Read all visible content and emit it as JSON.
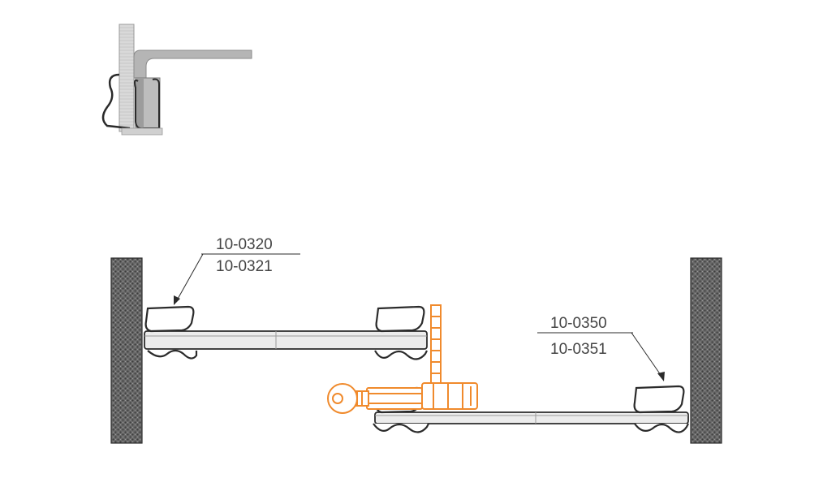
{
  "callouts": {
    "left_glass_seals": {
      "line1": "10-0320",
      "line2": "10-0321"
    },
    "right_glass_seals": {
      "line1": "10-0350",
      "line2": "10-0351"
    }
  },
  "colors": {
    "outline": "#2b2b2b",
    "panel_fill": "#ffffff",
    "glass_rail": "#e9e9e9",
    "wall_fill": "#5a5a5a",
    "lock_accent": "#f08a2c",
    "detail_gray": "#b9b9b9",
    "detail_dark": "#8f8f8f"
  },
  "icons": {
    "detail_view": "corner-profile-detail-icon",
    "lock": "cylinder-lock-key-icon",
    "wall": "hatched-wall-icon"
  }
}
